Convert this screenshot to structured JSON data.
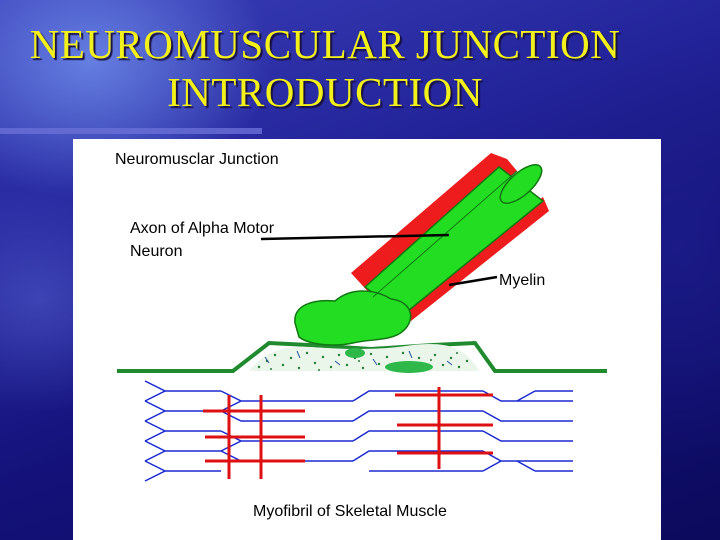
{
  "slide": {
    "title_line1": "NEUROMUSCULAR JUNCTION",
    "title_line2": "INTRODUCTION"
  },
  "figure": {
    "heading": "Neuromusclar Junction",
    "labels": {
      "axon_line1": "Axon of Alpha Motor",
      "axon_line2": "Neuron",
      "myelin": "Myelin",
      "myofibril": "Myofibril of Skeletal Muscle"
    }
  },
  "colors": {
    "title": "#f2f21a",
    "axon": "#22dd22",
    "myelin": "#ee1c1c",
    "membrane": "#1f8a2e",
    "fibril_lines": "#1a2ad0",
    "z_lines": "#dd1111"
  }
}
